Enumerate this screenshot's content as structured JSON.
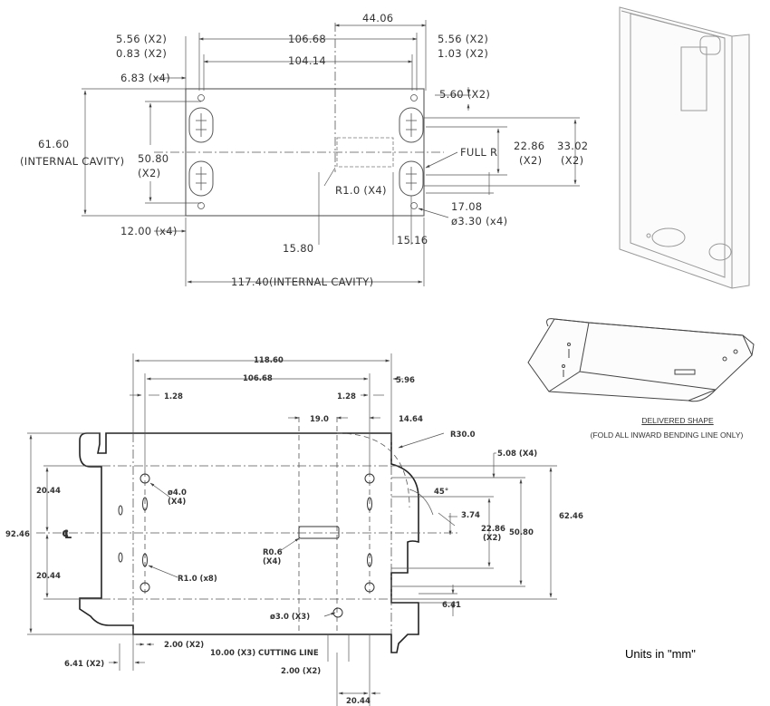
{
  "top_view": {
    "dims": {
      "d_44_06": "44.06",
      "d_5_56_l": "5.56 (X2)",
      "d_5_56_r": "5.56 (X2)",
      "d_106_68": "106.68",
      "d_0_83": "0.83 (X2)",
      "d_104_14": "104.14",
      "d_1_03": "1.03 (X2)",
      "d_6_83": "6.83 (x4)",
      "d_5_60": "5.60 (X2)",
      "d_61_60": "61.60",
      "d_internal_cavity": "(INTERNAL CAVITY)",
      "d_50_80": "50.80",
      "d_x2_a": "(X2)",
      "d_full_r": "FULL R",
      "d_22_86": "22.86",
      "d_x2_b": "(X2)",
      "d_33_02": "33.02",
      "d_x2_c": "(X2)",
      "d_r1_0": "R1.0 (X4)",
      "d_17_08": "17.08",
      "d_dia_3_30": "ø3.30 (x4)",
      "d_12_00": "12.00 (x4)",
      "d_15_80": "15.80",
      "d_15_16": "15.16",
      "d_117_40": "117.40(INTERNAL CAVITY)"
    }
  },
  "bottom_view": {
    "dims": {
      "d_118_60": "118.60",
      "d_106_68": "106.68",
      "d_5_96": "5.96",
      "d_1_28_l": "1.28",
      "d_1_28_r": "1.28",
      "d_19_0": "19.0",
      "d_14_64": "14.64",
      "d_r30_0": "R30.0",
      "d_5_08": "5.08 (X4)",
      "d_20_44_top": "20.44",
      "d_dia_4_0": "ø4.0",
      "d_x4_a": "(X4)",
      "d_45": "45°",
      "d_92_46": "92.46",
      "d_centerline": "℄",
      "d_3_74": "3.74",
      "d_22_86": "22.86",
      "d_x2_a": "(X2)",
      "d_50_80": "50.80",
      "d_62_46": "62.46",
      "d_r0_6": "R0.6",
      "d_x4_b": "(X4)",
      "d_20_44_mid": "20.44",
      "d_r1_0": "R1.0 (x8)",
      "d_6_41_r": "6.41",
      "d_dia_3_0": "ø3.0 (X3)",
      "d_2_00_a": "2.00 (X2)",
      "d_10_00": "10.00 (X3) CUTTING LINE",
      "d_6_41_l": "6.41 (X2)",
      "d_2_00_b": "2.00 (X2)",
      "d_20_44_bot": "20.44"
    }
  },
  "delivered": {
    "title": "DELIVERED SHAPE",
    "note": "(FOLD ALL INWARD BENDING LINE ONLY)"
  },
  "units_note": "Units in \"mm\""
}
